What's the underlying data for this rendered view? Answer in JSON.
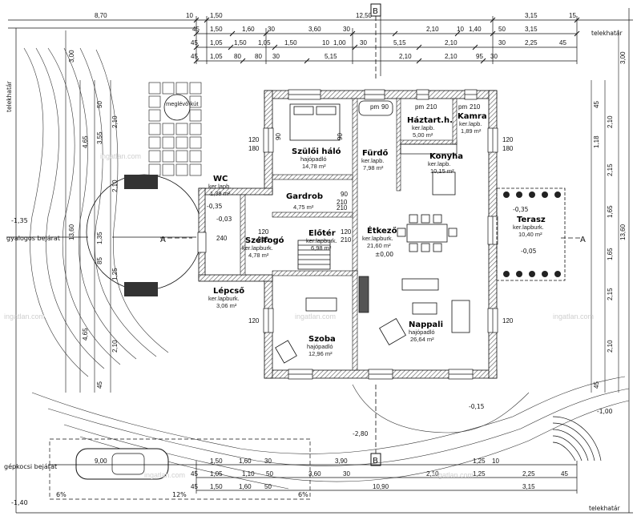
{
  "watermark": "ingatlan.com",
  "labels": {
    "section_a_left": "A",
    "section_a_right": "A",
    "section_b_top": "B",
    "section_b_bottom": "B",
    "telekhatar_top": "telekhatár",
    "telekhatar_left": "telekhatár",
    "telekhatar_bottom": "telekhatár",
    "gyalogos": "gyalogos bejárat",
    "gepkocsi": "gépkocsi bejárat",
    "meglevo_kut": "meglévő kút",
    "slope_left": "6%",
    "slope_mid": "12%",
    "slope_right": "6%",
    "lvl_left": "-1,35",
    "lvl_bottom_left": "-1,40",
    "lvl_wc": "-0,35",
    "lvl_003": "-0,03",
    "lvl_000": "±0,00",
    "lvl_terasz_a": "-0,35",
    "lvl_terasz_b": "-0,05",
    "lvl_front": "-0,15",
    "lvl_drive": "-2,80",
    "lvl_right": "-1,00"
  },
  "rooms": [
    {
      "name": "Szülői háló",
      "floor": "hajópadló",
      "area": "14,78 m²"
    },
    {
      "name": "Fürdő",
      "floor": "ker.lapb.",
      "area": "7,98 m²"
    },
    {
      "name": "Háztart.h.",
      "floor": "ker.lapb.",
      "area": "5,00 m²"
    },
    {
      "name": "Kamra",
      "floor": "ker.lapb.",
      "area": "1,89 m²"
    },
    {
      "name": "Konyha",
      "floor": "ker.lapb.",
      "area": "10,15 m²"
    },
    {
      "name": "WC",
      "floor": "ker.lapb.",
      "area": "1,39 m²"
    },
    {
      "name": "Gardrob",
      "floor": "",
      "area": "4,75 m²"
    },
    {
      "name": "Étkező",
      "floor": "ker.lapburk.",
      "area": "21,60 m²"
    },
    {
      "name": "Terasz",
      "floor": "ker.lapburk.",
      "area": "10,40 m²"
    },
    {
      "name": "Szélfogó",
      "floor": "ker.lapburk.",
      "area": "4,78 m²"
    },
    {
      "name": "Előtér",
      "floor": "ker.lapburk.",
      "area": "6,98 m²"
    },
    {
      "name": "Lépcső",
      "floor": "ker.lapburk.",
      "area": "3,06 m²"
    },
    {
      "name": "Szoba",
      "floor": "hajópadló",
      "area": "12,96 m²"
    },
    {
      "name": "Nappali",
      "floor": "hajópadló",
      "area": "26,64 m²"
    }
  ],
  "dims": {
    "top1": [
      "8,70",
      "10",
      "1,50",
      "12,50",
      "3,15",
      "15"
    ],
    "top2": [
      "45",
      "1,50",
      "1,60",
      "30",
      "3,60",
      "30",
      "2,10",
      "10",
      "1,40",
      "50",
      "3,15"
    ],
    "top3": [
      "45",
      "1,05",
      "1,50",
      "1,05",
      "1,50",
      "10",
      "1,00",
      "30",
      "5,15",
      "2,10",
      "30",
      "2,25",
      "45"
    ],
    "top4": [
      "45",
      "1,05",
      "80",
      "80",
      "30",
      "5,15",
      "2,10",
      "2,10",
      "95",
      "30"
    ],
    "bot1": [
      "9,00",
      "1,50",
      "1,60",
      "30",
      "3,90",
      "1,25",
      "10"
    ],
    "bot2": [
      "45",
      "1,05",
      "1,10",
      "50",
      "3,60",
      "30",
      "2,10",
      "1,25",
      "2,25",
      "45"
    ],
    "bot3": [
      "45",
      "1,50",
      "1,60",
      "50",
      "10,90",
      "3,15"
    ],
    "left": [
      "3,00",
      "50",
      "2,10",
      "3,55",
      "4,65",
      "2,10",
      "13,60",
      "1,35",
      "85",
      "1,25",
      "4,65",
      "2,10",
      "45"
    ],
    "right": [
      "3,00",
      "45",
      "2,10",
      "1,18",
      "2,15",
      "1,65",
      "13,60",
      "1,65",
      "2,15",
      "2,10",
      "45"
    ],
    "openings": [
      "120",
      "180",
      "90",
      "90",
      "120",
      "180",
      "120",
      "240",
      "120",
      "210",
      "90",
      "210",
      "120",
      "240",
      "120",
      "210",
      "pm",
      "90",
      "pm",
      "210",
      "pm",
      "210"
    ]
  }
}
